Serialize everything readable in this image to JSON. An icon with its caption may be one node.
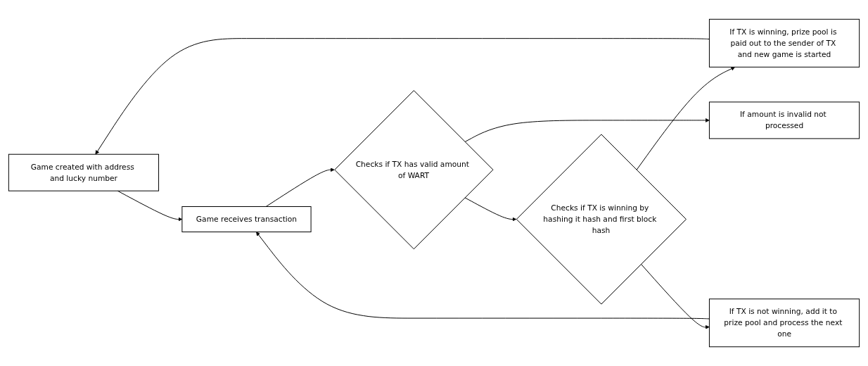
{
  "diagram": {
    "nodes": [
      {
        "text": [
          "Game created with address and lucky number"
        ]
      },
      {
        "text": [
          "Game receives transaction"
        ]
      },
      {
        "text": [
          "Checks if TX has valid amount of WART"
        ]
      },
      {
        "text": [
          "Checks if TX is winning by hashing it hash and first block hash"
        ]
      },
      {
        "text": [
          "If TX is winning, prize pool is paid out to the sender of TX and new game is started"
        ]
      },
      {
        "text": [
          "If amount is invalid not processed"
        ]
      },
      {
        "text": [
          "If TX is not winning, add it to prize pool and process the next one"
        ]
      }
    ],
    "edges": [
      {
        "from": 0,
        "to": 1,
        "arrow": "to"
      },
      {
        "from": 1,
        "to": 2,
        "arrow": "to"
      },
      {
        "from": 2,
        "to": 3,
        "arrow": "to"
      },
      {
        "from": 3,
        "to": 4,
        "arrow": "to"
      },
      {
        "from": 4,
        "to": 0,
        "arrow": "to"
      },
      {
        "from": 2,
        "to": 5,
        "arrow": "to"
      },
      {
        "from": 3,
        "to": 6,
        "arrow": "to"
      },
      {
        "from": 6,
        "to": 1,
        "arrow": "to"
      }
    ]
  }
}
